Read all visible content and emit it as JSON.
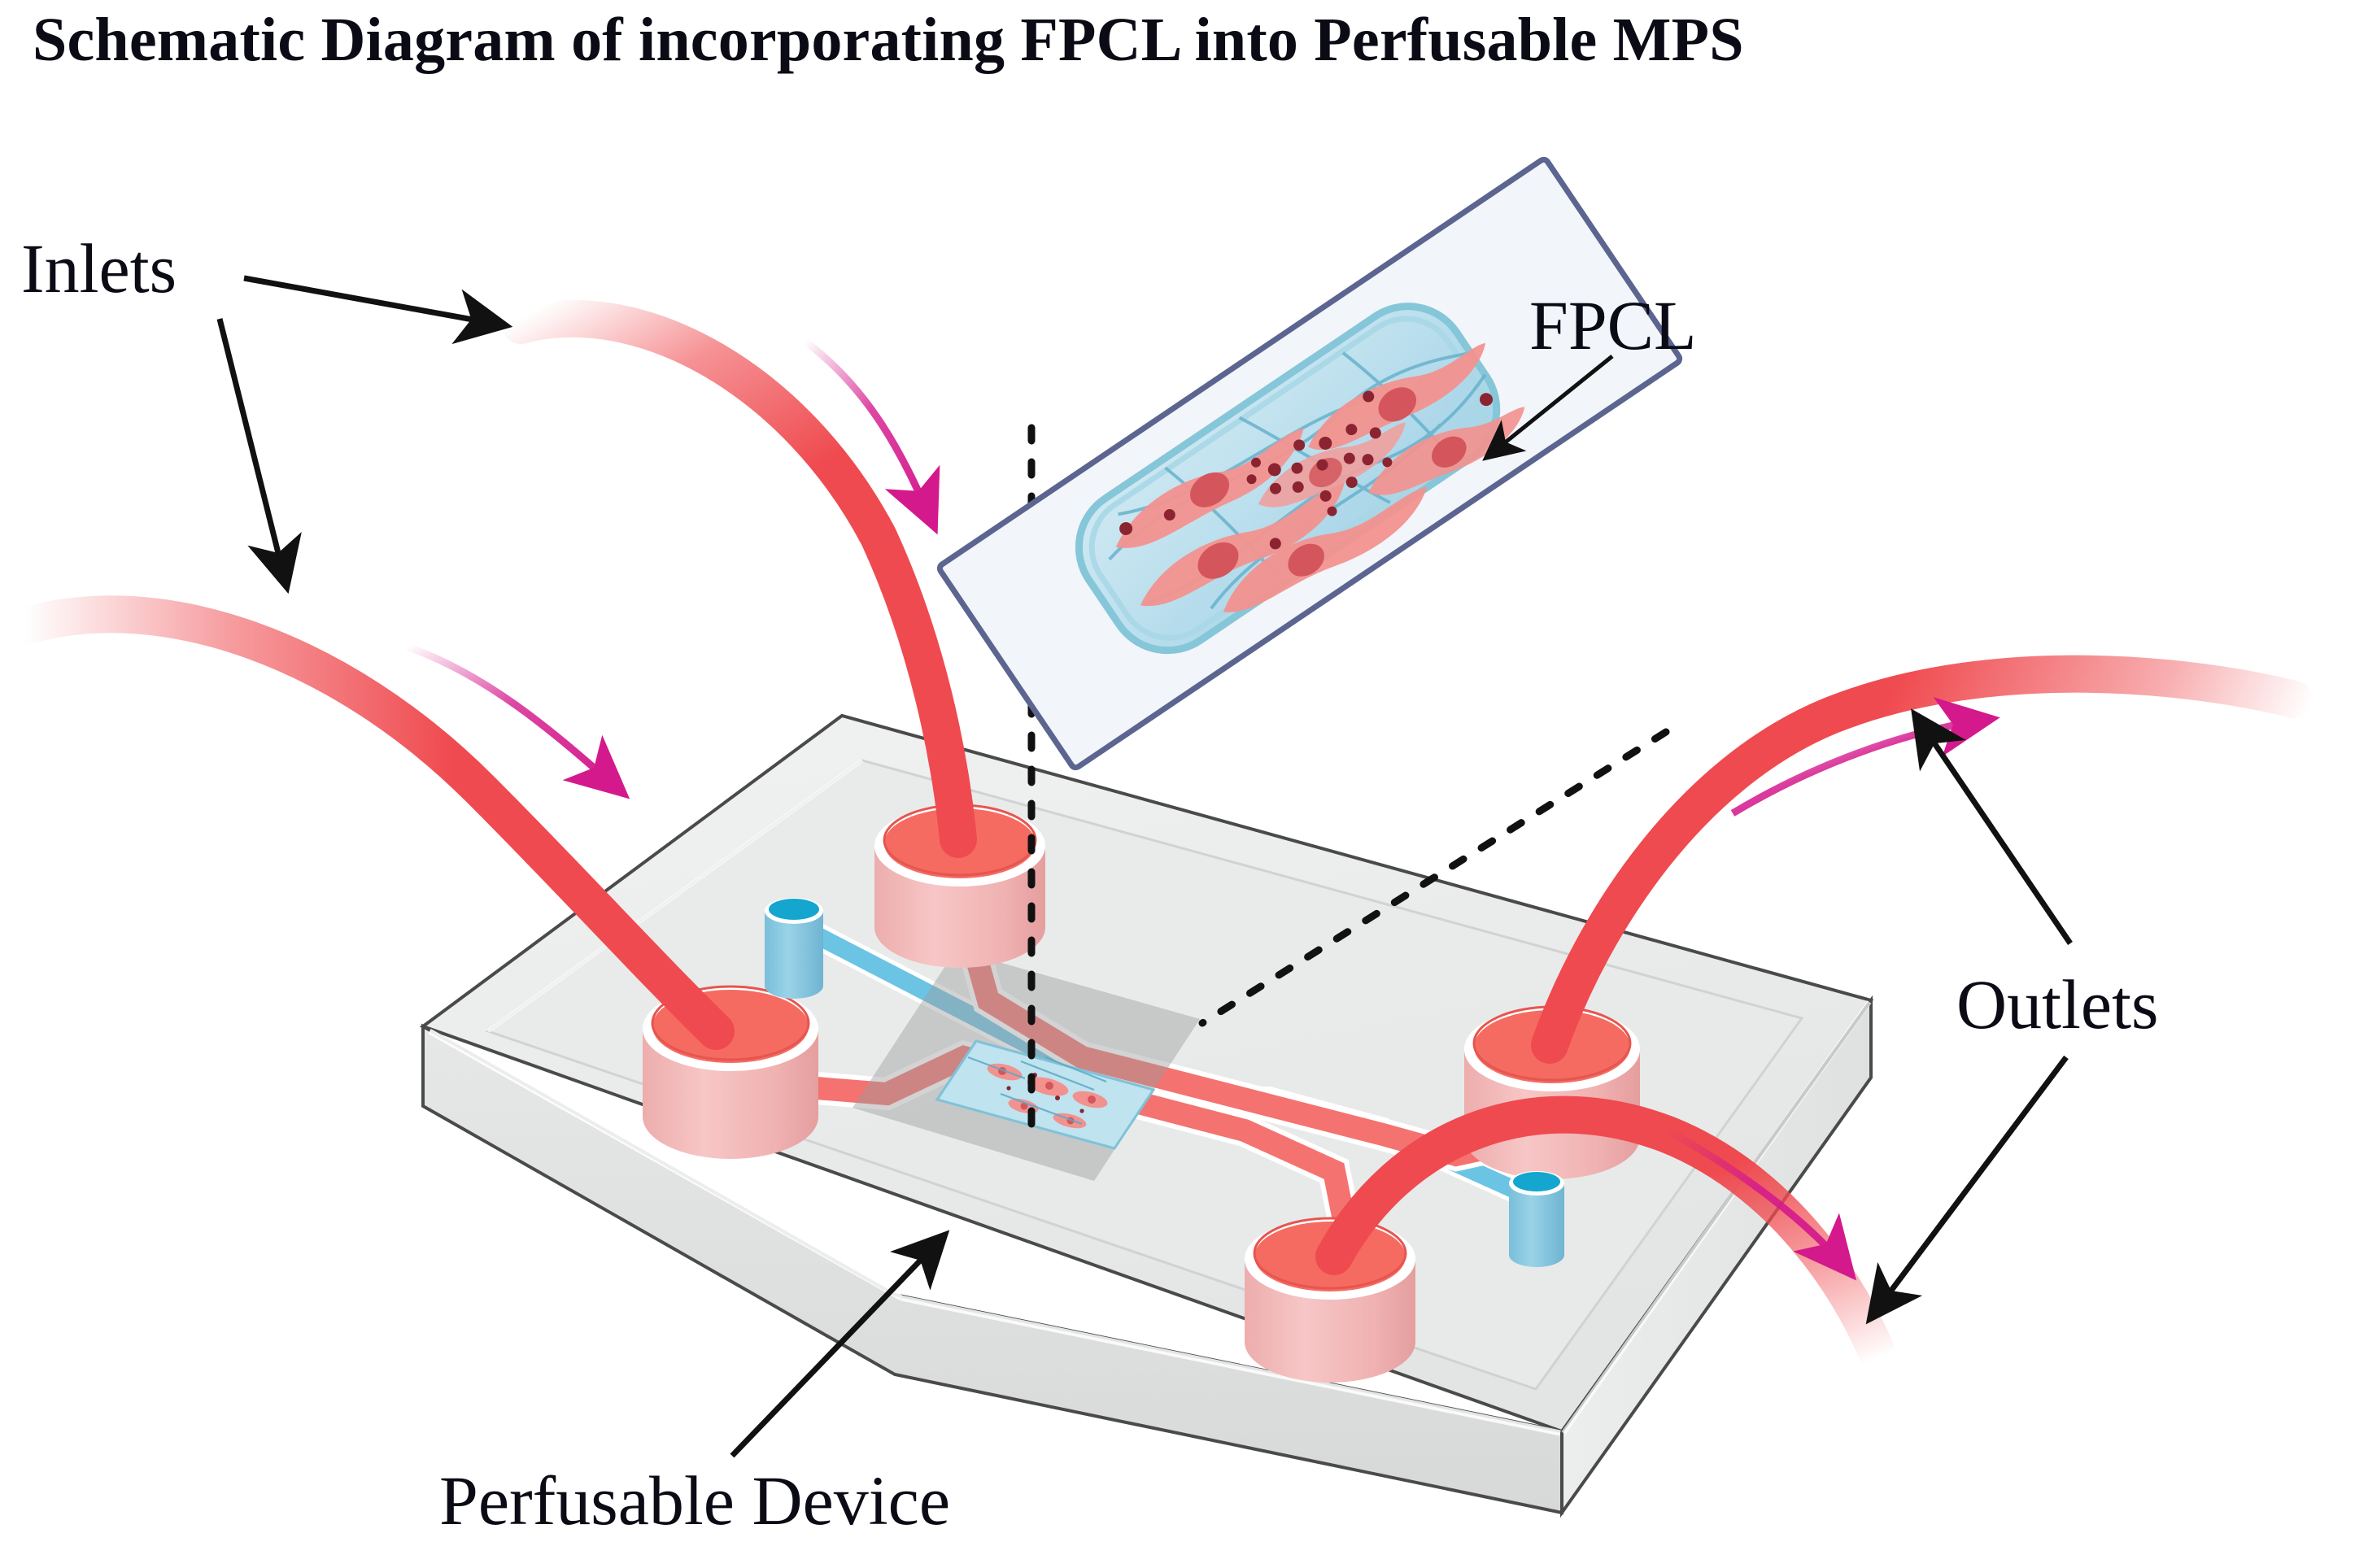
{
  "figure": {
    "title": "Schematic Diagram of incorporating FPCL into Perfusable MPS",
    "kind": "schematic-diagram"
  },
  "labels": {
    "inlets": "Inlets",
    "fpcl": "FPCL",
    "outlets": "Outlets",
    "device": "Perfusable Device"
  },
  "colors": {
    "title_text": "#0b0b16",
    "label_text": "#0b0b16",
    "tube_red": "#ef4a4f",
    "tube_red_light": "#f4a0a0",
    "well_body_pink": "#f2b5b5",
    "well_top_red": "#f56b61",
    "channel_red": "#f4726f",
    "channel_blue": "#6cc4e4",
    "port_blue_body": "#84c8e2",
    "port_blue_top": "#14a6cf",
    "slab_top": "#eceeee",
    "slab_side": "#d9dbdb",
    "slab_outline": "#4a4a4a",
    "magenta_arrow": "#d4198c",
    "black_arrow": "#111111",
    "slide_fill": "#f2f5fa",
    "slide_border": "#5b6590",
    "gel_fill": "#bfe3ef",
    "cell_body": "#f2928f",
    "cell_nucleus": "#d4565c",
    "dot_dark": "#8b2430",
    "inset_overlay": "#9e9e9e"
  },
  "elements": {
    "wells": [
      {
        "id": "inlet-well-left",
        "type": "inlet",
        "fluid": "red"
      },
      {
        "id": "inlet-well-top",
        "type": "inlet",
        "fluid": "red"
      },
      {
        "id": "outlet-well-right",
        "type": "outlet",
        "fluid": "red"
      },
      {
        "id": "outlet-well-bottom",
        "type": "outlet",
        "fluid": "red"
      }
    ],
    "blue_ports": [
      {
        "id": "gel-port-upper-left"
      },
      {
        "id": "gel-port-lower-right"
      }
    ],
    "tubes": [
      {
        "id": "inlet-tube-left",
        "role": "inlet"
      },
      {
        "id": "inlet-tube-top",
        "role": "inlet"
      },
      {
        "id": "outlet-tube-right",
        "role": "outlet"
      },
      {
        "id": "outlet-tube-bottom",
        "role": "outlet"
      }
    ],
    "flow_arrows": [
      {
        "id": "flow-arrow-inlet-left",
        "color": "#d4198c"
      },
      {
        "id": "flow-arrow-inlet-top",
        "color": "#d4198c"
      },
      {
        "id": "flow-arrow-outlet-right",
        "color": "#d4198c"
      },
      {
        "id": "flow-arrow-outlet-bottom",
        "color": "#d4198c"
      }
    ],
    "leader_arrows": [
      {
        "id": "inlets-leader-upper",
        "from": "Inlets"
      },
      {
        "id": "inlets-leader-lower",
        "from": "Inlets"
      },
      {
        "id": "outlets-leader-upper",
        "from": "Outlets"
      },
      {
        "id": "outlets-leader-lower",
        "from": "Outlets"
      },
      {
        "id": "device-leader",
        "from": "Perfusable Device"
      },
      {
        "id": "fpcl-leader",
        "from": "FPCL"
      }
    ],
    "projection_lines": [
      {
        "id": "projection-line-left"
      },
      {
        "id": "projection-line-right"
      }
    ],
    "fpcl_slide": {
      "rotation_deg": -34,
      "gel_cell_count": 9,
      "gel_dot_count": 22
    }
  }
}
